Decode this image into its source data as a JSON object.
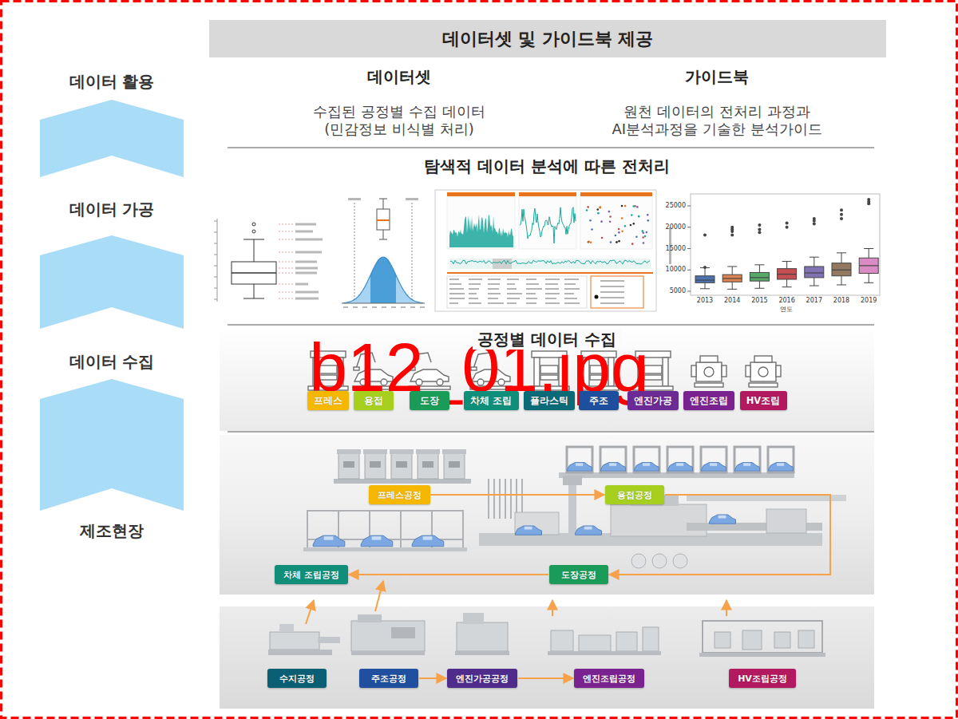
{
  "diagram": {
    "nodes": [
      {
        "text": [
          "데이터셋 및 가이드북 제공"
        ]
      },
      {
        "text": [
          "프레스"
        ]
      },
      {
        "text": [
          "용접"
        ]
      },
      {
        "text": [
          "도장"
        ]
      },
      {
        "text": [
          "차체 조립"
        ]
      },
      {
        "text": [
          "플라스틱"
        ]
      },
      {
        "text": [
          "주조"
        ]
      },
      {
        "text": [
          "엔진가공"
        ]
      },
      {
        "text": [
          "엔진조립"
        ]
      },
      {
        "text": [
          "HV조립"
        ]
      },
      {
        "text": [
          "프레스공정"
        ]
      },
      {
        "text": [
          "용접공정"
        ]
      },
      {
        "text": [
          "도장공정"
        ]
      },
      {
        "text": [
          "차체 조립공정"
        ]
      },
      {
        "text": [
          "수지공정"
        ]
      },
      {
        "text": [
          "주조공정"
        ]
      },
      {
        "text": [
          "엔진가공공정"
        ]
      },
      {
        "text": [
          "엔진조립공정"
        ]
      },
      {
        "text": [
          "HV조립공정"
        ]
      }
    ],
    "edges": [
      {
        "from": 10,
        "to": 11,
        "arrow": "to"
      },
      {
        "from": 11,
        "to": 12,
        "arrow": "to"
      },
      {
        "from": 12,
        "to": 13,
        "arrow": "to"
      },
      {
        "from": 15,
        "to": 16,
        "arrow": "to"
      },
      {
        "from": 16,
        "to": 17,
        "arrow": "to"
      }
    ],
    "labels": [
      "데이터 활용",
      "데이터 가공",
      "데이터 수집",
      "제조현장",
      "데이터셋",
      "수집된 공정별 수집 데이터 (민감정보 비식별 처리)",
      "가이드북",
      "원천 데이터의 전처리 과정과 AI분석과정을 기술한 분석가이드",
      "탐색적 데이터 분석에 따른 전처리",
      "25000",
      "20000",
      "15000",
      "10000",
      "5000",
      "2013",
      "2014",
      "2015",
      "2016",
      "2017",
      "2018",
      "2019",
      "연도",
      "공정별 데이터 수집",
      "b12_01.jpg"
    ]
  }
}
